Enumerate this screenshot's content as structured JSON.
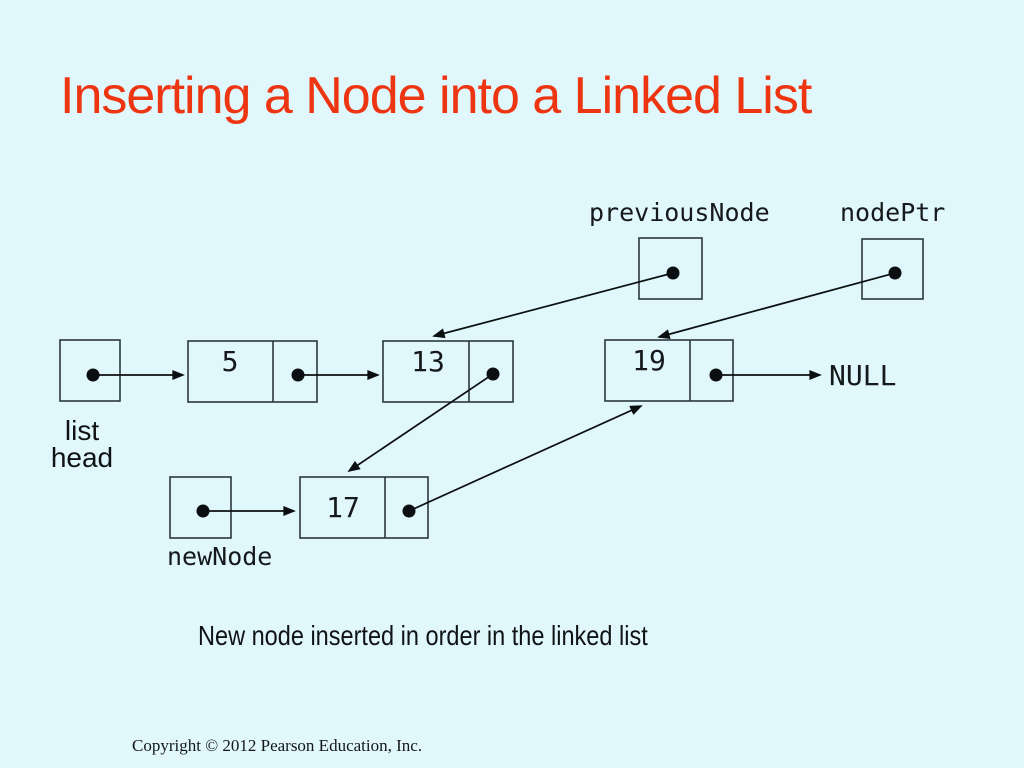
{
  "slide": {
    "title": "Inserting a Node into a Linked List",
    "caption": "New node inserted in order in the linked list",
    "copyright": "Copyright © 2012 Pearson Education, Inc."
  },
  "diagram": {
    "labels": {
      "previous_node": "previousNode",
      "node_ptr": "nodePtr",
      "null": "NULL",
      "new_node": "newNode",
      "list_head_line1": "list",
      "list_head_line2": "head"
    },
    "nodes": [
      {
        "name": "node-5",
        "value": "5"
      },
      {
        "name": "node-13",
        "value": "13"
      },
      {
        "name": "node-19",
        "value": "19"
      },
      {
        "name": "node-17",
        "value": "17"
      }
    ]
  },
  "colors": {
    "background": "#e0f7fb",
    "title_text": "#ee3512",
    "box_stroke": "#2b3840",
    "arrow": "#0c0f12",
    "text": "#16191c"
  }
}
